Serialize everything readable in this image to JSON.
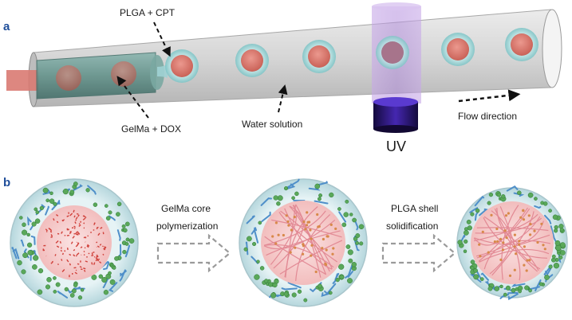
{
  "panel_a": {
    "letter": "a",
    "labels": {
      "plga_cpt": "PLGA + CPT",
      "gelma_dox": "GelMa + DOX",
      "water_solution": "Water solution",
      "uv": "UV",
      "flow_direction": "Flow direction"
    }
  },
  "panel_b": {
    "letter": "b",
    "step1": [
      "GelMa core",
      "polymerization"
    ],
    "step2": [
      "PLGA shell",
      "solidification"
    ]
  },
  "colors": {
    "tube": "#c9c9c9",
    "tube_edge": "#8a8a8a",
    "inner_tube": "#5f9088",
    "core_red": "#e05a4e",
    "shell_teal": "#9ad6d6",
    "uv_beam": "#b89ad8",
    "uv_lamp": "#3a1f8f",
    "letter_blue": "#1f4e9a",
    "fiber_blue": "#4f8fc9",
    "bead_green": "#5aa85a",
    "hydrogel_pink": "#f3c7c7",
    "network_line": "#e28a95",
    "dot_red": "#d0403a",
    "dot_orange": "#d8894a",
    "arrow_gray": "#9a9a9a"
  }
}
